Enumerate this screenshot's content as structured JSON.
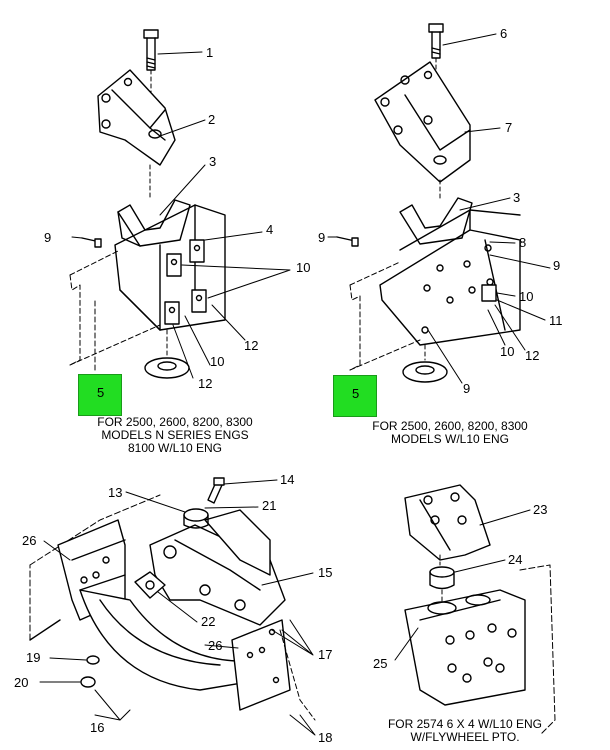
{
  "highlight_color": "#22dd22",
  "captions": {
    "top_left": [
      "FOR 2500, 2600, 8200, 8300",
      "MODELS N SERIES ENGS",
      "8100 W/L10 ENG"
    ],
    "top_right": [
      "FOR 2500, 2600, 8200, 8300",
      "MODELS W/L10 ENG"
    ],
    "bottom_right": [
      "FOR 2574 6 X 4 W/L10 ENG",
      "W/FLYWHEEL PTO."
    ]
  },
  "highlights": {
    "left": "5",
    "right": "5"
  },
  "callouts": {
    "tl": [
      "1",
      "2",
      "3",
      "9",
      "4",
      "10",
      "12",
      "10",
      "12"
    ],
    "tr": [
      "6",
      "7",
      "3",
      "9",
      "8",
      "9",
      "10",
      "11",
      "10",
      "12",
      "9"
    ],
    "bl": [
      "13",
      "21",
      "14",
      "26",
      "15",
      "22",
      "26",
      "17",
      "19",
      "20",
      "16",
      "18"
    ],
    "br": [
      "23",
      "24",
      "25"
    ]
  }
}
